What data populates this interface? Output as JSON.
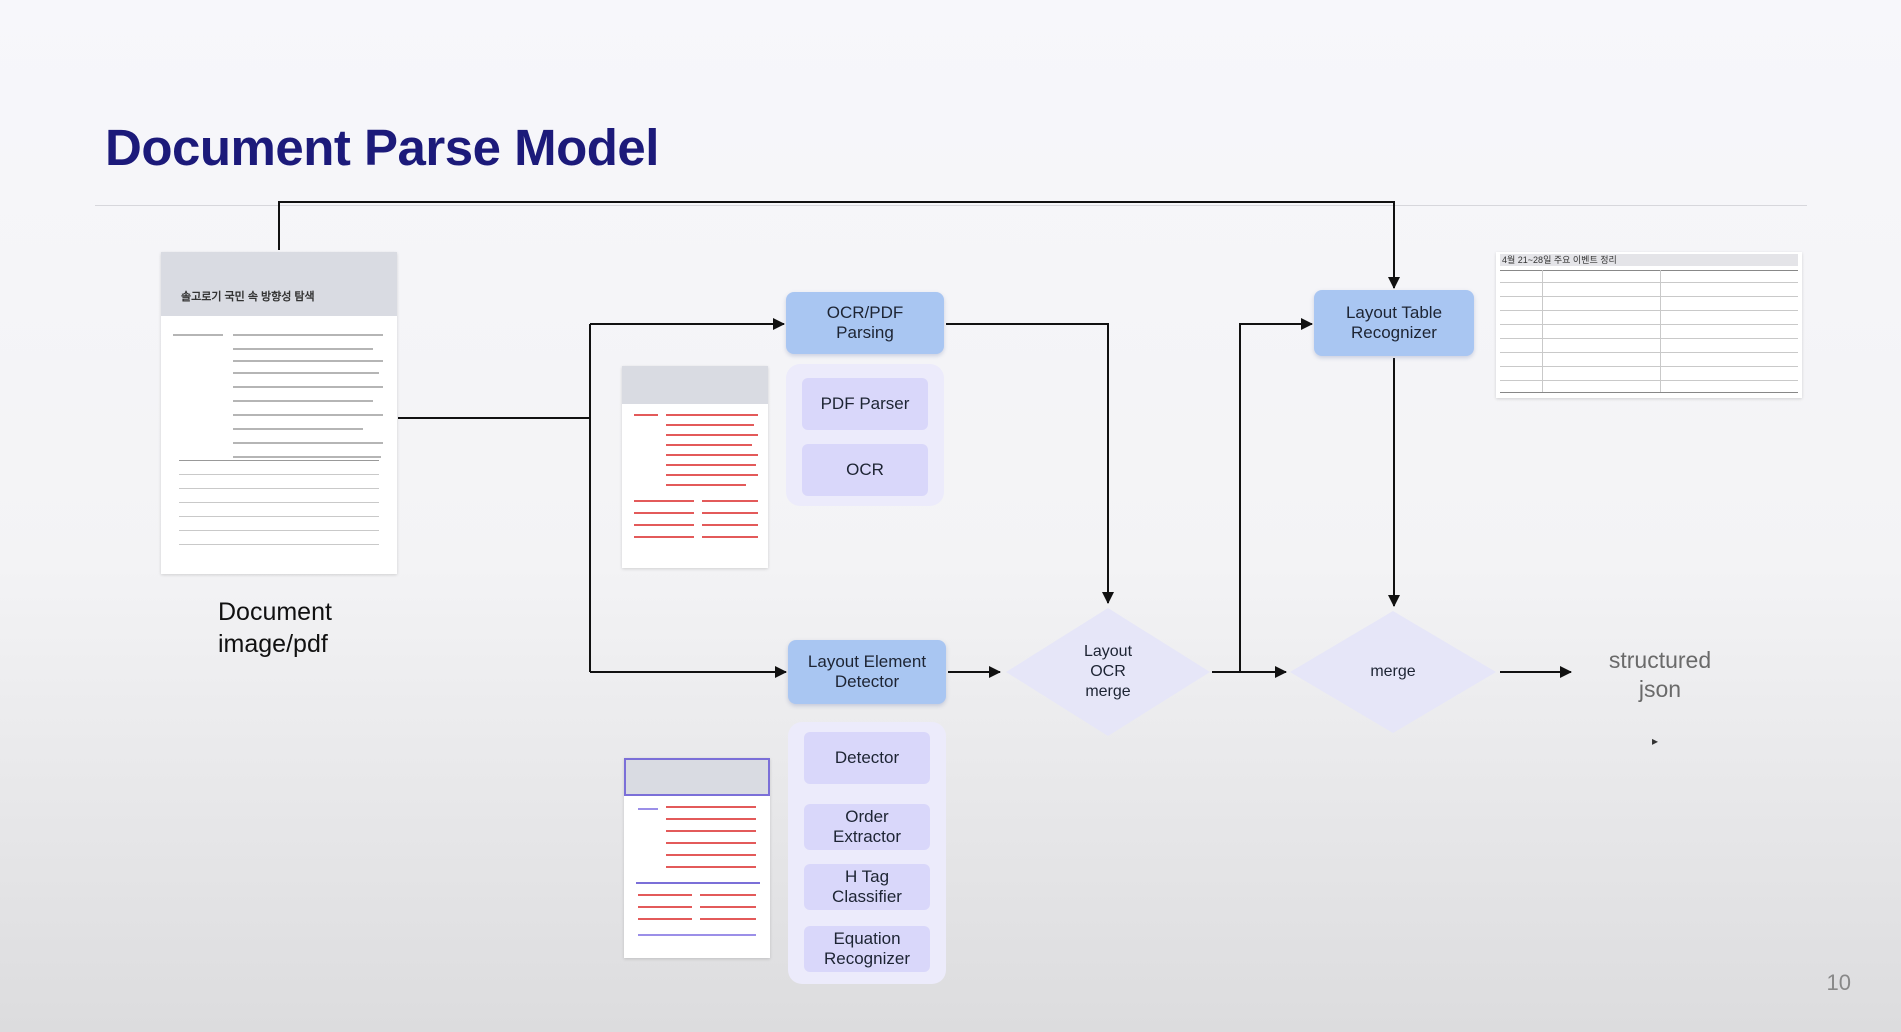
{
  "slide": {
    "title": "Document Parse Model",
    "page_number": "10"
  },
  "input": {
    "caption": "Document\nimage/pdf",
    "thumbnail_title": "솔고로기 국민 속 방향성 탐색"
  },
  "nodes": {
    "ocr_pdf_parsing": "OCR/PDF\nParsing",
    "pdf_parser": "PDF Parser",
    "ocr": "OCR",
    "layout_element_detector": "Layout Element\nDetector",
    "detector": "Detector",
    "order_extractor": "Order\nExtractor",
    "h_tag_classifier": "H Tag\nClassifier",
    "equation_recognizer": "Equation\nRecognizer",
    "layout_ocr_merge": "Layout\nOCR\nmerge",
    "layout_table_recognizer": "Layout Table\nRecognizer",
    "merge": "merge"
  },
  "output": {
    "label": "structured\njson",
    "table_title": "4월 21~28일 주요 이벤트 정리"
  },
  "colors": {
    "title": "#1c1a7a",
    "main_box": "#a9c6f2",
    "group_bg": "#ecebfb",
    "sub_box": "#d9d7fa",
    "diamond": "#e6e6f8",
    "arrow": "#111111"
  }
}
